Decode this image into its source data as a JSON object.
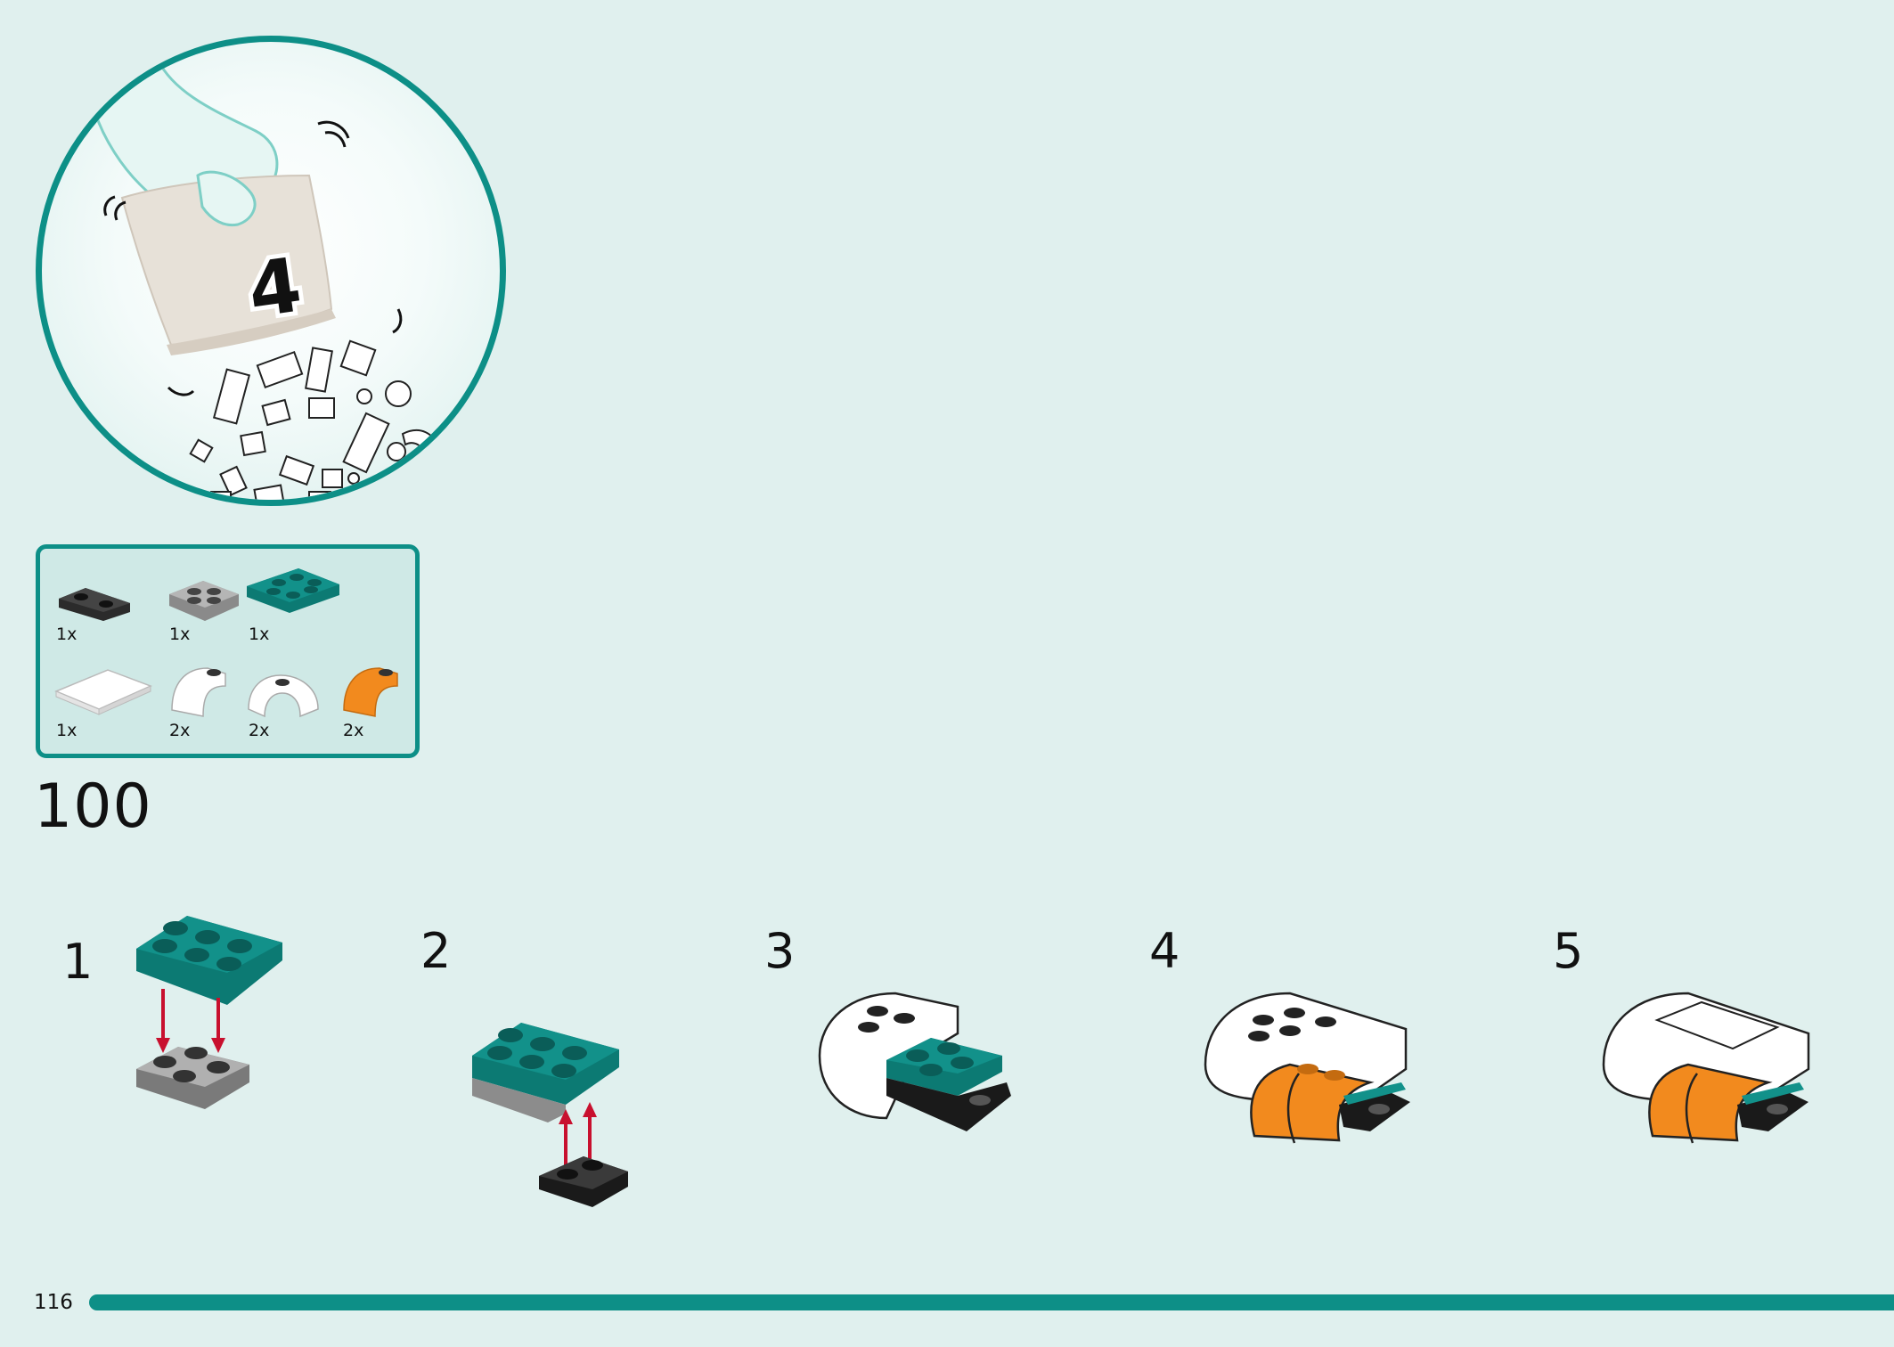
{
  "bag": {
    "number": "4"
  },
  "parts": [
    {
      "qty": "1x",
      "color": "#2b2b2b",
      "icon": "black-corner-plate"
    },
    {
      "qty": "1x",
      "color": "#9a9a9a",
      "icon": "grey-plate-2x2"
    },
    {
      "qty": "1x",
      "color": "#12918a",
      "icon": "teal-plate-2x3"
    },
    {
      "qty": "1x",
      "color": "#ffffff",
      "icon": "white-tile-4x6"
    },
    {
      "qty": "2x",
      "color": "#ffffff",
      "icon": "white-curved-slope"
    },
    {
      "qty": "2x",
      "color": "#ffffff",
      "icon": "white-double-curve"
    },
    {
      "qty": "2x",
      "color": "#f28a1e",
      "icon": "orange-curved-slope"
    }
  ],
  "step_group": "100",
  "steps": [
    "1",
    "2",
    "3",
    "4",
    "5"
  ],
  "page_number": "116",
  "colors": {
    "accent": "#0d8f87",
    "background": "#e0f0ee",
    "arrow": "#c8102e"
  }
}
